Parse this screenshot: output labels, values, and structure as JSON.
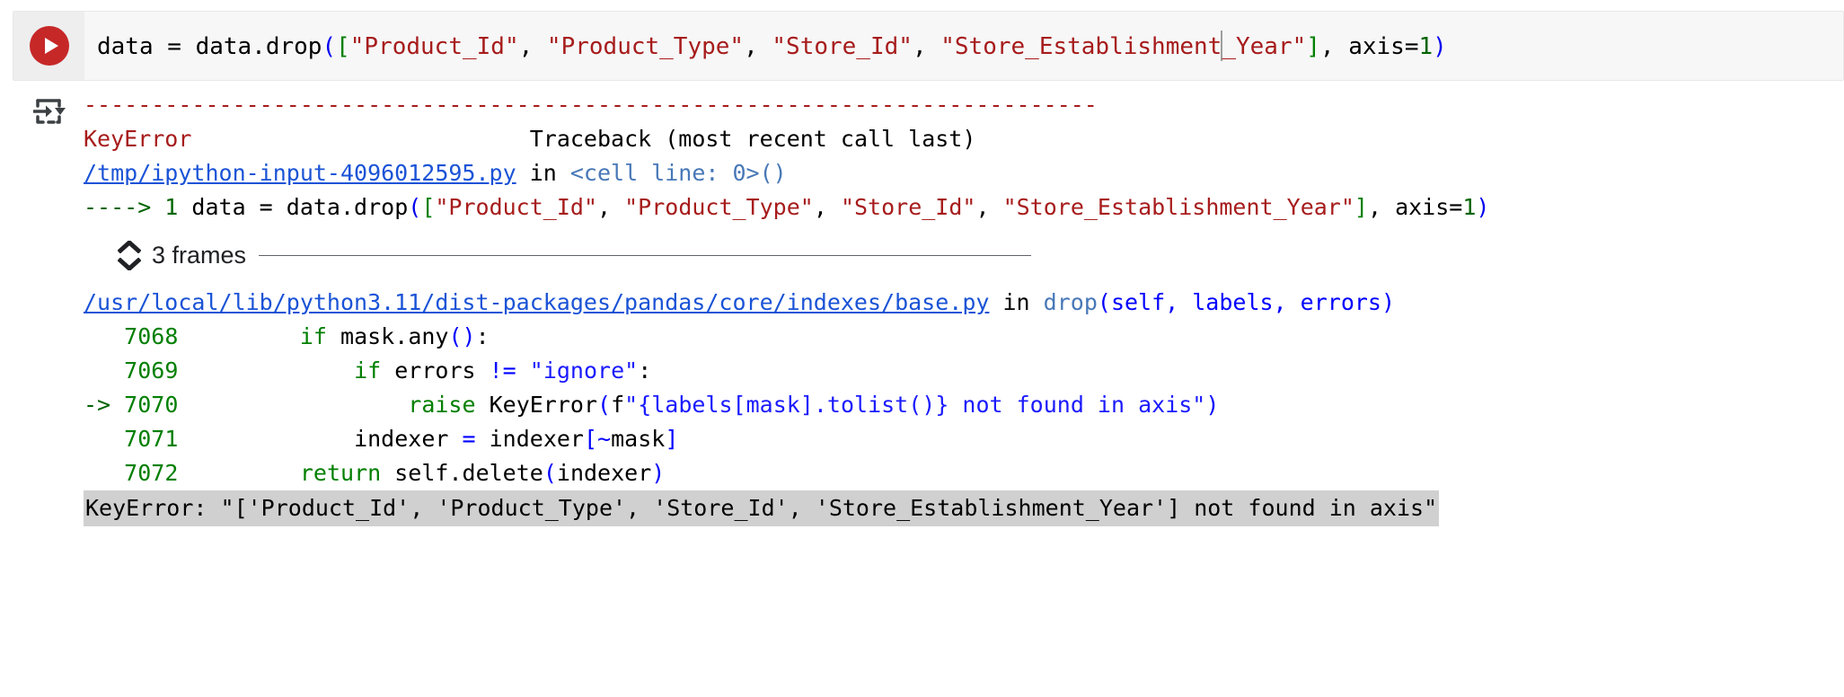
{
  "cell": {
    "run_icon": "run-play-icon",
    "code_segments": [
      {
        "t": "data = data.drop",
        "c": "plain"
      },
      {
        "t": "(",
        "c": "paren"
      },
      {
        "t": "[",
        "c": "bracket"
      },
      {
        "t": "\"Product_Id\"",
        "c": "string"
      },
      {
        "t": ", ",
        "c": "plain"
      },
      {
        "t": "\"Product_Type\"",
        "c": "string"
      },
      {
        "t": ", ",
        "c": "plain"
      },
      {
        "t": "\"Store_Id\"",
        "c": "string"
      },
      {
        "t": ", ",
        "c": "plain"
      },
      {
        "t": "\"Store_Establishment",
        "c": "string"
      },
      {
        "t": "CARET",
        "c": "caret"
      },
      {
        "t": "_Year\"",
        "c": "string"
      },
      {
        "t": "]",
        "c": "bracket"
      },
      {
        "t": ", axis=",
        "c": "plain"
      },
      {
        "t": "1",
        "c": "number"
      },
      {
        "t": ")",
        "c": "paren"
      }
    ],
    "code_text": "data = data.drop([\"Product_Id\", \"Product_Type\", \"Store_Id\", \"Store_Establishment_Year\"], axis=1)"
  },
  "output": {
    "icon": "output-to-variable-icon",
    "divider": "---------------------------------------------------------------------------",
    "exception_name": "KeyError",
    "traceback_header": "Traceback (most recent call last)",
    "frame1": {
      "file": "/tmp/ipython-input-4096012595.py",
      "in_word": "in",
      "scope": "<cell line: 0>()",
      "arrow_line_no": "----> 1",
      "code": "data = data.drop([\"Product_Id\", \"Product_Type\", \"Store_Id\", \"Store_Establishment_Year\"], axis=1)"
    },
    "frames_toggle": {
      "label": "3 frames",
      "icon": "expand-collapse-chevrons-icon"
    },
    "frame2": {
      "file": "/usr/local/lib/python3.11/dist-packages/pandas/core/indexes/base.py",
      "in_word": "in",
      "func": "drop",
      "args": "(self, labels, errors)",
      "lines": [
        {
          "marker": "",
          "no": "7068",
          "code": "        if mask.any():"
        },
        {
          "marker": "",
          "no": "7069",
          "code": "            if errors != \"ignore\":"
        },
        {
          "marker": "->",
          "no": "7070",
          "code": "                raise KeyError(f\"{labels[mask].tolist()} not found in axis\")"
        },
        {
          "marker": "",
          "no": "7071",
          "code": "            indexer = indexer[~mask]"
        },
        {
          "marker": "",
          "no": "7072",
          "code": "        return self.delete(indexer)"
        }
      ]
    },
    "final_error": "KeyError: \"['Product_Id', 'Product_Type', 'Store_Id', 'Store_Establishment_Year'] not found in axis\""
  },
  "colors": {
    "run_button": "#c62828",
    "error_red": "#a71c1c",
    "link_blue": "#1a53d6",
    "keyword_green": "#007f00",
    "paren_blue": "#0000ee",
    "highlight_gray": "#d0d0d0"
  }
}
